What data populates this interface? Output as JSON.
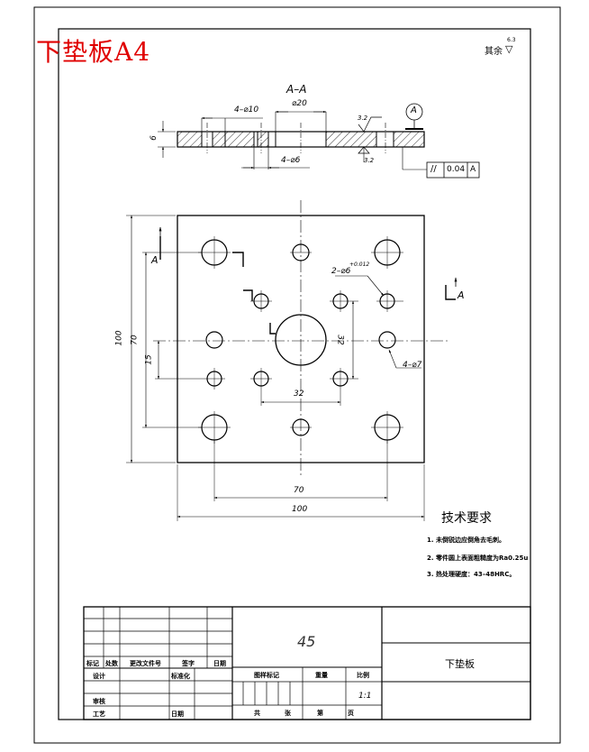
{
  "title_overlay": {
    "text": "下垫板A4",
    "color": "#e00000"
  },
  "surface_finish": {
    "label": "其余",
    "value": "6.3"
  },
  "section": {
    "name": "A–A",
    "thickness": "6",
    "hole_dia_20": "⌀20",
    "hole_4x10": "4–⌀10",
    "hole_4x6": "4–⌀6",
    "roughness_top": "3.2",
    "roughness_bottom": "3.2",
    "datum": "A",
    "tolerance": {
      "symbol": "//",
      "value": "0.04",
      "datum": "A"
    }
  },
  "plan_view": {
    "dim_outer_h": "100",
    "dim_inner_h": "70",
    "dim_small_h": "15",
    "dim_32_v": "32",
    "dim_32_h": "32",
    "dim_70_w": "70",
    "dim_100_w": "100",
    "callout_dowel": "2–⌀6",
    "callout_dowel_tol": "+0.012",
    "callout_holes": "4–⌀7",
    "section_mark": "A"
  },
  "tech_requirements": {
    "heading": "技术要求",
    "items": [
      "1. 未倒锐边应倒角去毛刺。",
      "2. 零件圆上表面粗糙度为Ra0.25u",
      "3. 热处理硬度：43–48HRC。"
    ]
  },
  "title_block": {
    "material": "45",
    "part_name": "下垫板",
    "row_labels": [
      "标记",
      "处数",
      "更改文件号",
      "签字",
      "日期"
    ],
    "designer": "设计",
    "standardization": "标准化",
    "review": "审核",
    "process": "工艺",
    "date": "日期",
    "stage_mark": "图样标记",
    "weight": "重量",
    "scale": "比例",
    "scale_value": "1:1",
    "sheet": "共",
    "sheet_unit": "张",
    "page": "第",
    "page_unit": "页"
  }
}
